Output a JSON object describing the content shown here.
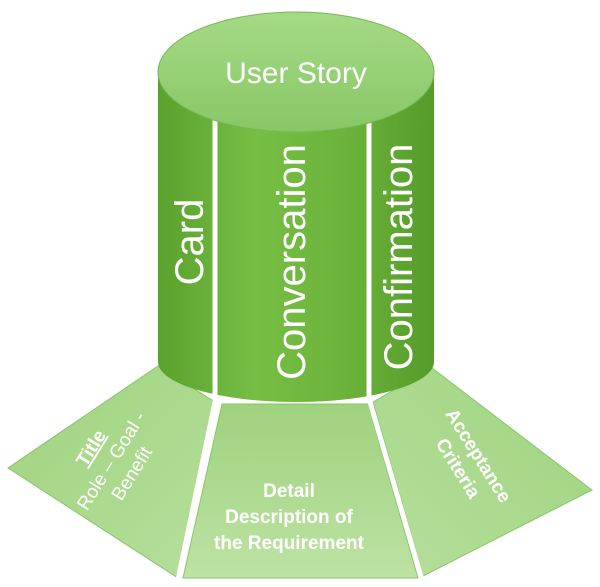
{
  "diagram": {
    "top_title": "User Story",
    "columns": [
      {
        "label": "Card"
      },
      {
        "label": "Conversation"
      },
      {
        "label": "Confirmation"
      }
    ],
    "panels": {
      "left": {
        "title": "Title",
        "line1": "Role – Goal -",
        "line2": "Benefit"
      },
      "center": {
        "line1": "Detail",
        "line2": "Description of",
        "line3": "the Requirement"
      },
      "right": {
        "line1": "Acceptance",
        "line2": "Criteria"
      }
    }
  },
  "colors": {
    "cylinder_body": "#6fb53d",
    "cylinder_body_light": "#8dcc5c",
    "cylinder_top": "#95d072",
    "panel_fill": "#a8d88a",
    "panel_edge": "#7fbd58",
    "separator": "#ffffff"
  }
}
